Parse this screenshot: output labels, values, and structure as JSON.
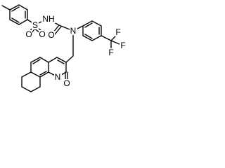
{
  "molecule": {
    "atom_labels": {
      "s": "S",
      "o_sulfonyl_left": "O",
      "o_sulfonyl_right": "O",
      "nh": "NH",
      "o_urea": "O",
      "n_urea": "N",
      "f_top": "F",
      "f_right": "F",
      "f_bottom": "F",
      "n_ring": "N",
      "o_lactam": "O"
    }
  }
}
